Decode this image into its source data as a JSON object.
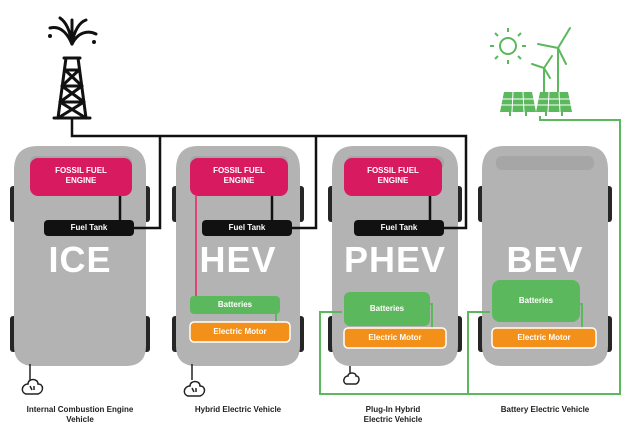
{
  "colors": {
    "car_body": "#b3b3b3",
    "car_dark": "#8c8c8c",
    "tire": "#262626",
    "engine": "#d81b60",
    "tank": "#111111",
    "battery": "#5cb85c",
    "motor": "#f39019",
    "fuel_line": "#111111",
    "electric_line": "#5cb85c",
    "mixed_line": "#e0457a"
  },
  "icons": {
    "oil_rig": "oil-derrick-icon",
    "solar_wind": "solar-panel-wind-turbine-icon",
    "exhaust": "exhaust-smoke-icon"
  },
  "vehicles": [
    {
      "id": "ice",
      "code": "ICE",
      "engine_label": "FOSSIL FUEL\nENGINE",
      "tank_label": "Fuel Tank",
      "battery_label": "",
      "motor_label": "",
      "caption": "Internal Combustion Engine\nVehicle"
    },
    {
      "id": "hev",
      "code": "HEV",
      "engine_label": "FOSSIL FUEL\nENGINE",
      "tank_label": "Fuel Tank",
      "battery_label": "Batteries",
      "motor_label": "Electric Motor",
      "caption": "Hybrid Electric Vehicle"
    },
    {
      "id": "phev",
      "code": "PHEV",
      "engine_label": "FOSSIL FUEL\nENGINE",
      "tank_label": "Fuel Tank",
      "battery_label": "Batteries",
      "motor_label": "Electric Motor",
      "caption": "Plug-In Hybrid\nElectric Vehicle"
    },
    {
      "id": "bev",
      "code": "BEV",
      "engine_label": "",
      "tank_label": "",
      "battery_label": "Batteries",
      "motor_label": "Electric Motor",
      "caption": "Battery Electric Vehicle"
    }
  ]
}
